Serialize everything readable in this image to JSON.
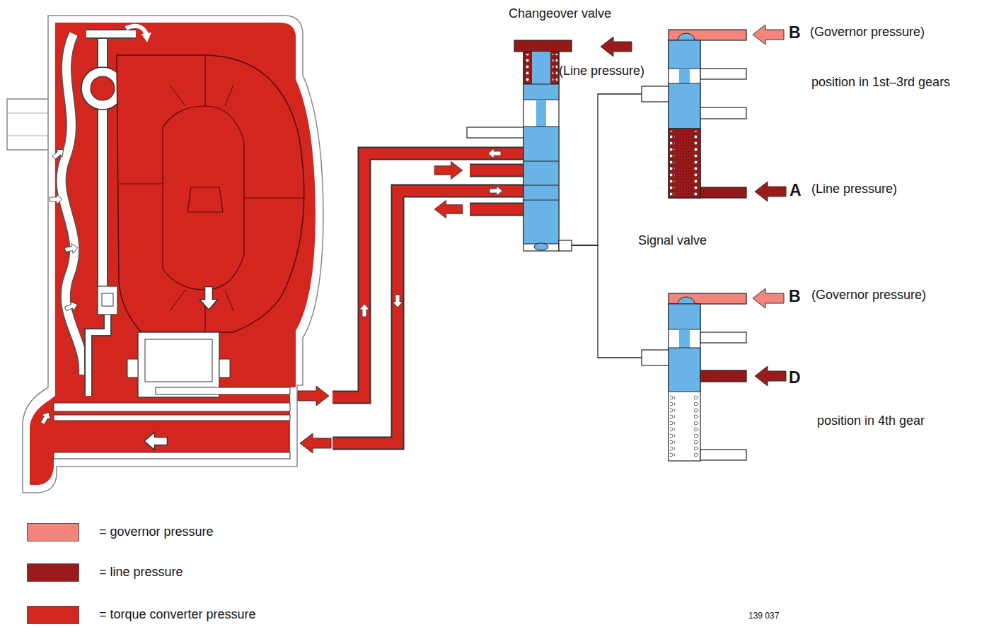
{
  "diagram": {
    "nodes": [
      {
        "text": [
          "Changeover valve"
        ]
      },
      {
        "text": [
          "position in 1st–3rd gears"
        ]
      },
      {
        "text": [
          "position in 4th gear"
        ]
      }
    ],
    "edges": [
      {
        "from": 0,
        "to": 1,
        "arrow": "none"
      },
      {
        "from": 0,
        "to": 2,
        "arrow": "none"
      }
    ],
    "labels": [
      "(Line pressure)",
      "B",
      "(Governor pressure)",
      "A",
      "(Line pressure)",
      "Signal valve",
      "B",
      "(Governor pressure)",
      "D",
      "139 037"
    ],
    "legend": [
      {
        "text": "= governor pressure",
        "color": "#f3857d"
      },
      {
        "text": "= line pressure",
        "color": "#9b1a1c"
      },
      {
        "text": "= torque converter pressure",
        "color": "#d3261f"
      }
    ]
  }
}
